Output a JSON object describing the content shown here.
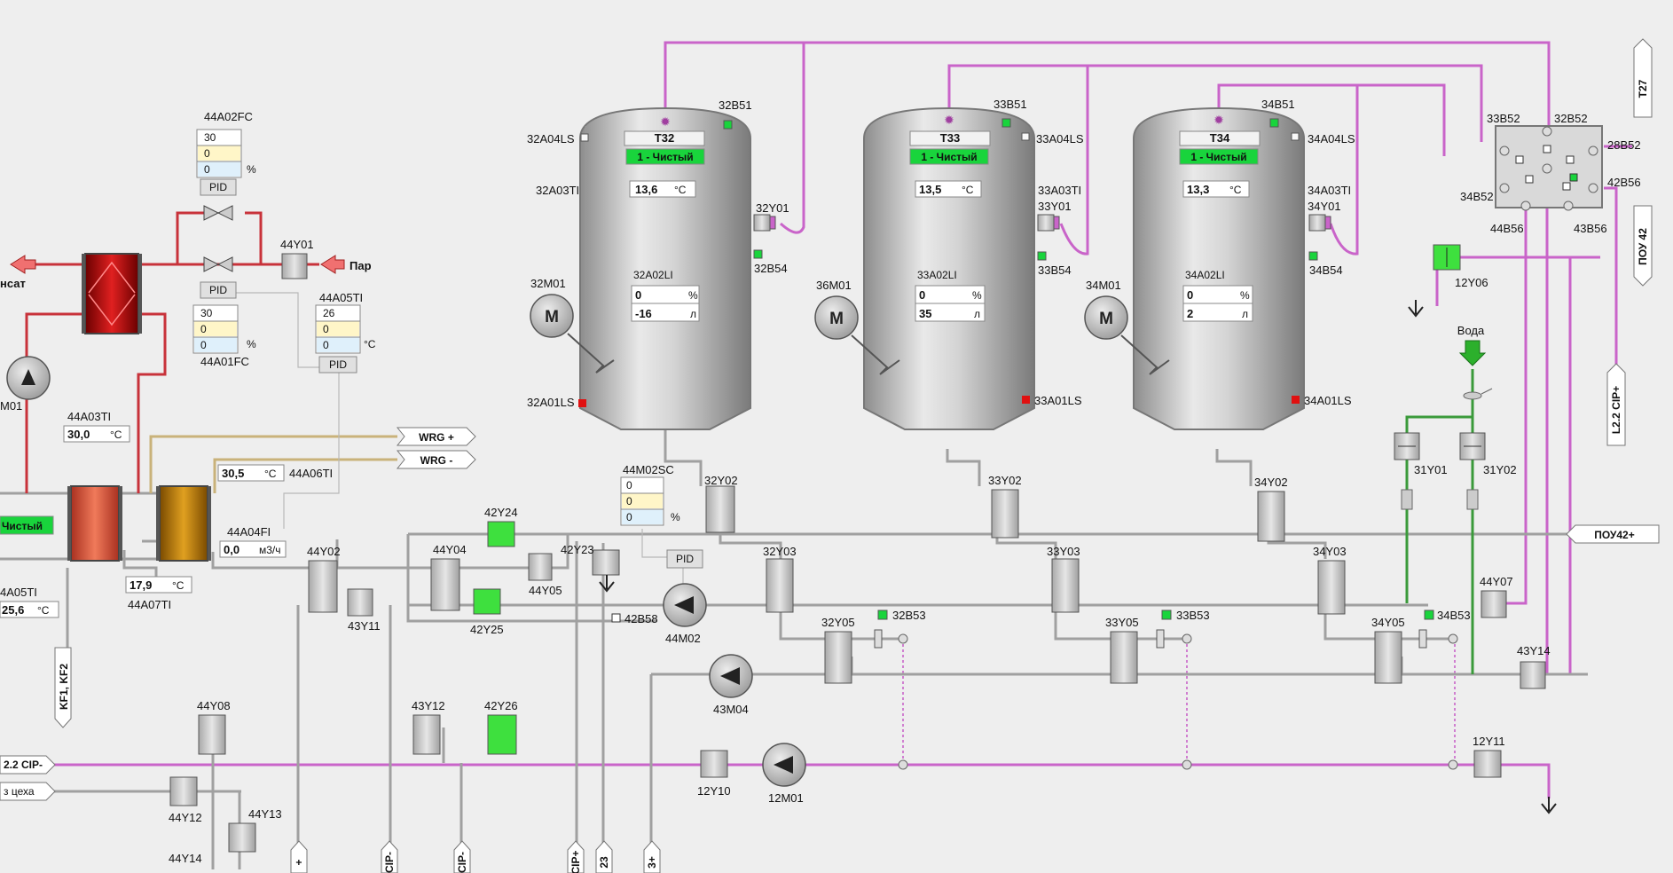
{
  "colors": {
    "cip_plus": "#c964c9",
    "product": "#9a9a9a",
    "steam": "#c8323a",
    "water": "#3a9a3a",
    "wrg": "#c9b27a",
    "status_green": "#19d43c",
    "alarm_red": "#e01010"
  },
  "tanks": [
    {
      "name": "T32",
      "status": "1 - Чистый",
      "temp": "13,6",
      "temp_unit": "°C",
      "level_pct": "0",
      "level_pct_unit": "%",
      "level_l": "-16",
      "level_l_unit": "л",
      "tag_low": "32A01LS",
      "tag_high": "32A04LS",
      "tag_temp": "32A03TI",
      "tag_level": "32A02LI",
      "tag_sensor_top": "32B51",
      "tag_valve": "32Y01",
      "tag_sensor_valve": "32B54",
      "tag_motor": "32M01",
      "motor": "M"
    },
    {
      "name": "T33",
      "status": "1 - Чистый",
      "temp": "13,5",
      "temp_unit": "°C",
      "level_pct": "0",
      "level_pct_unit": "%",
      "level_l": "35",
      "level_l_unit": "л",
      "tag_low": "33A01LS",
      "tag_high": "33A04LS",
      "tag_temp": "33A03TI",
      "tag_level": "33A02LI",
      "tag_sensor_top": "33B51",
      "tag_valve": "33Y01",
      "tag_sensor_valve": "33B54",
      "tag_motor": "36M01",
      "motor": "M"
    },
    {
      "name": "T34",
      "status": "1 - Чистый",
      "temp": "13,3",
      "temp_unit": "°C",
      "level_pct": "0",
      "level_pct_unit": "%",
      "level_l": "2",
      "level_l_unit": "л",
      "tag_low": "34A01LS",
      "tag_high": "34A04LS",
      "tag_temp": "34A03TI",
      "tag_level": "34A02LI",
      "tag_sensor_top": "34B51",
      "tag_valve": "34Y01",
      "tag_sensor_valve": "34B54",
      "tag_motor": "34M01",
      "motor": "M"
    }
  ],
  "pid": {
    "label": "PID",
    "fc02": {
      "tag": "44A02FC",
      "v1": "30",
      "v2": "0",
      "v3": "0",
      "unit": "%"
    },
    "fc01": {
      "tag": "44A01FC",
      "v1": "30",
      "v2": "0",
      "v3": "0",
      "unit": "%"
    },
    "ti05": {
      "tag": "44A05TI",
      "v1": "26",
      "v2": "0",
      "v3": "0",
      "unit": "°C"
    },
    "sc02": {
      "tag": "44M02SC",
      "v1": "0",
      "v2": "0",
      "v3": "0",
      "unit": "%"
    }
  },
  "heat": {
    "y01": "44Y01",
    "steam_in": "Пар",
    "condensate": "нсат",
    "pump": "M01",
    "ti03": {
      "tag": "44A03TI",
      "value": "30,0",
      "unit": "°C"
    },
    "ti06": {
      "tag": "44A06TI",
      "value": "30,5",
      "unit": "°C"
    },
    "fi04": {
      "tag": "44A04FI",
      "value": "0,0",
      "unit": "м3/ч"
    },
    "ti07": {
      "tag": "44A07TI",
      "value": "17,9",
      "unit": "°C"
    },
    "ti05b": {
      "tag": "4A05TI",
      "value": "25,6",
      "unit": "°C"
    },
    "wrg_plus": "WRG +",
    "wrg_minus": "WRG -",
    "clean_status": "Чистый"
  },
  "valves": {
    "y32_02": "32Y02",
    "y32_03": "32Y03",
    "y32_05": "32Y05",
    "b32_53": "32B53",
    "y33_02": "33Y02",
    "y33_03": "33Y03",
    "y33_05": "33Y05",
    "b33_53": "33B53",
    "y34_02": "34Y02",
    "y34_03": "34Y03",
    "y34_05": "34Y05",
    "b34_53": "34B53",
    "y44_02": "44Y02",
    "y43_11": "43Y11",
    "y44_04": "44Y04",
    "y44_05": "44Y05",
    "y42_25": "42Y25",
    "y42_24": "42Y24",
    "y42_23": "42Y23",
    "b42_58": "42B58",
    "y44_08": "44Y08",
    "y43_12": "43Y12",
    "y42_26": "42Y26",
    "y44_12": "44Y12",
    "y44_13": "44Y13",
    "y44_14": "44Y14",
    "y12_10": "12Y10",
    "y12_11": "12Y11",
    "y43_14": "43Y14",
    "y44_07": "44Y07",
    "y31_01": "31Y01",
    "y31_02": "31Y02",
    "y12_06": "12Y06"
  },
  "pumps": {
    "m44_02": "44M02",
    "m43_04": "43M04",
    "m12_01": "12M01"
  },
  "manifold": {
    "b33_52": "33B52",
    "b32_52": "32B52",
    "b28_52": "28B52",
    "b34_52": "34B52",
    "b42_56": "42B56",
    "b44_56": "44B56",
    "b43_56": "43B56"
  },
  "flags": {
    "t27": "T27",
    "pou42": "ПОУ 42",
    "l22_cip_plus": "L2.2 CIP+",
    "pou42_plus": "ПОУ42+",
    "water": "Вода",
    "l22_cip_minus": "2.2 CIP-",
    "from_shop": "з цеха",
    "kf": "KF1, KF2",
    "b1": "+",
    "b2": "CIP-",
    "b3": "CIP-",
    "b4": "CIP+",
    "b5": "23",
    "b6": "3+"
  }
}
